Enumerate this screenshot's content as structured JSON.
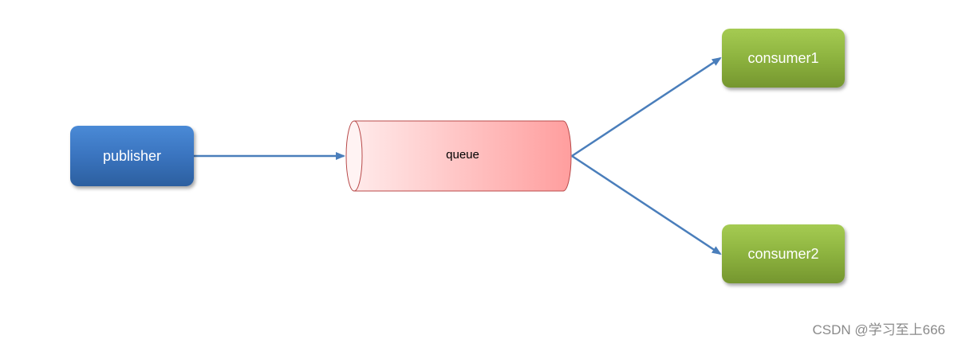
{
  "nodes": {
    "publisher": "publisher",
    "queue": "queue",
    "consumer1": "consumer1",
    "consumer2": "consumer2"
  },
  "watermark": "CSDN @学习至上666",
  "colors": {
    "publisher_fill": "#3a74bf",
    "queue_fill": "#ffb0b0",
    "queue_stroke": "#b84a4a",
    "consumer_fill": "#8db33f",
    "arrow": "#4a7ebb"
  }
}
